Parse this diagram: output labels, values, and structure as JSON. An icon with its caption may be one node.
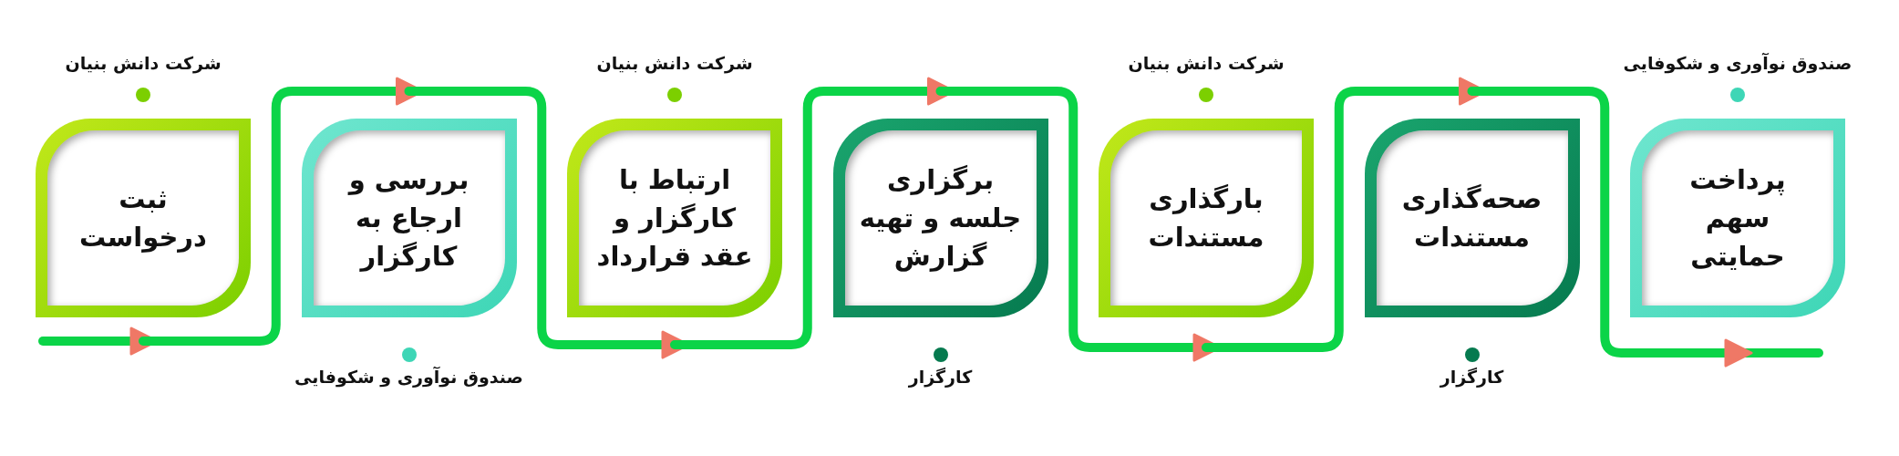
{
  "diagram": {
    "nodes": [
      {
        "text": [
          "ثبت درخواست"
        ],
        "beside": [
          "شرکت دانش بنیان"
        ]
      },
      {
        "text": [
          "بررسی و ارجاع به کارگزار"
        ],
        "beside": [
          "صندوق نوآوری و شکوفایی"
        ]
      },
      {
        "text": [
          "ارتباط با کارگزار و عقد قرارداد"
        ],
        "beside": [
          "شرکت دانش بنیان"
        ]
      },
      {
        "text": [
          "برگزاری جلسه و تهیه گزارش"
        ],
        "beside": [
          "کارگزار"
        ]
      },
      {
        "text": [
          "بارگذاری مستندات"
        ],
        "beside": [
          "شرکت دانش بنیان"
        ]
      },
      {
        "text": [
          "صحه‌گذاری مستندات"
        ],
        "beside": [
          "کارگزار"
        ]
      },
      {
        "text": [
          "پرداخت سهم حمایتی"
        ],
        "beside": [
          "صندوق نوآوری و شکوفایی"
        ]
      }
    ],
    "edges": [
      {
        "from": null,
        "to": 0,
        "arrow": "to"
      },
      {
        "from": 0,
        "to": 1,
        "arrow": "to"
      },
      {
        "from": 1,
        "to": 2,
        "arrow": "to"
      },
      {
        "from": 2,
        "to": 3,
        "arrow": "to"
      },
      {
        "from": 3,
        "to": 4,
        "arrow": "to"
      },
      {
        "from": 4,
        "to": 5,
        "arrow": "to"
      },
      {
        "from": 5,
        "to": 6,
        "arrow": "to"
      }
    ]
  }
}
